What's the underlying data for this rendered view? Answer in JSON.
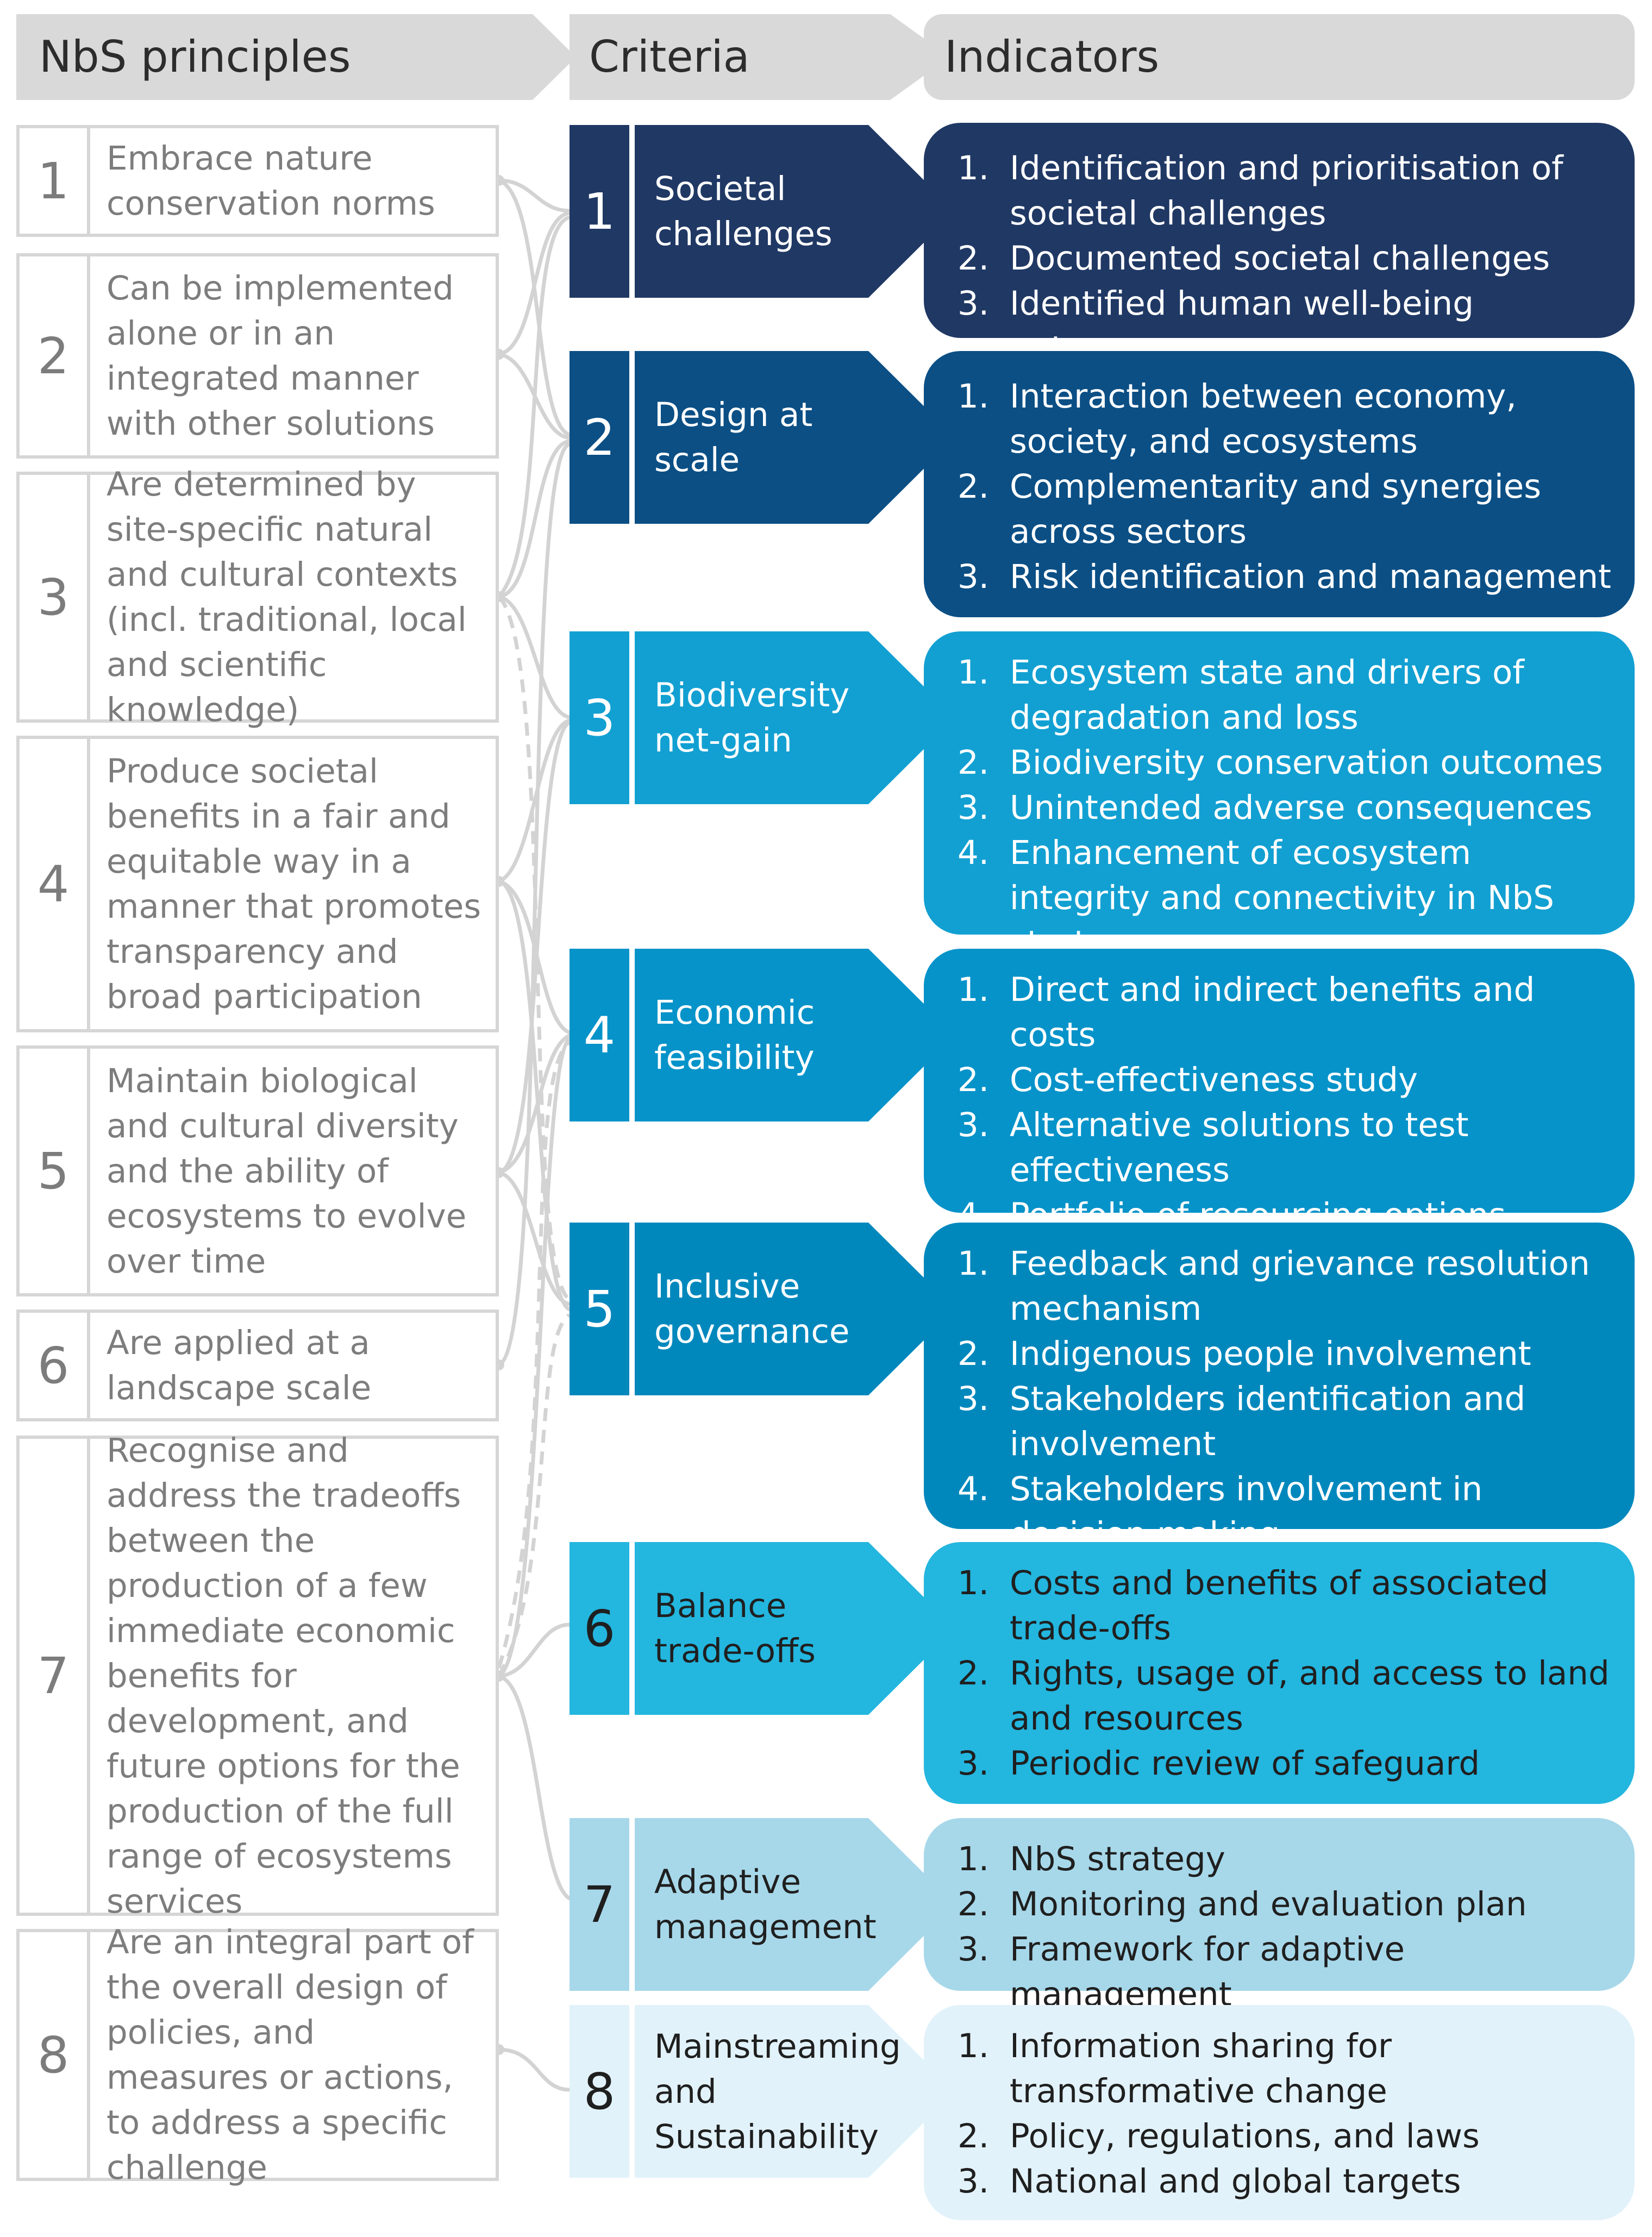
{
  "headers": {
    "principles": "NbS principles",
    "criteria": "Criteria",
    "indicators": "Indicators"
  },
  "principles": [
    {
      "num": "1",
      "text": "Embrace nature conservation norms"
    },
    {
      "num": "2",
      "text": "Can be implemented alone or in an integrated manner with other solutions"
    },
    {
      "num": "3",
      "text": "Are determined by site-specific natural and cultural contexts (incl. traditional, local and scientific knowledge)"
    },
    {
      "num": "4",
      "text": "Produce societal benefits in a fair and equitable way in a manner that promotes transparency and broad participation"
    },
    {
      "num": "5",
      "text": "Maintain biological and cultural diversity and the ability of ecosystems to evolve over time"
    },
    {
      "num": "6",
      "text": "Are applied at a landscape scale"
    },
    {
      "num": "7",
      "text": "Recognise and address the tradeoffs between the production of a few immediate economic benefits for development, and future options for the production of the full range of ecosystems services"
    },
    {
      "num": "8",
      "text": "Are an integral part of the overall design of policies, and measures or actions, to address a specific challenge"
    }
  ],
  "criteria": [
    {
      "num": "1",
      "label": "Societal challenges",
      "color": "#203864",
      "indicators": [
        "Identification and prioritisation of societal challenges",
        "Documented societal challenges",
        "Identified human well-being outcomes"
      ]
    },
    {
      "num": "2",
      "label": "Design at scale",
      "color": "#0b4f85",
      "indicators": [
        "Interaction between economy, society, and ecosystems",
        "Complementarity and synergies across sectors",
        "Risk identification and management"
      ]
    },
    {
      "num": "3",
      "label": "Biodiversity net-gain",
      "color": "#12a0d2",
      "indicators": [
        "Ecosystem state and drivers of degradation and loss",
        "Biodiversity conservation outcomes",
        "Unintended adverse consequences",
        "Enhancement of ecosystem integrity and connectivity in NbS strategy"
      ]
    },
    {
      "num": "4",
      "label": "Economic feasibility",
      "color": "#0693c9",
      "indicators": [
        "Direct and indirect benefits and costs",
        "Cost-effectiveness study",
        "Alternative solutions to test effectiveness",
        "Portfolio of resourcing options"
      ]
    },
    {
      "num": "5",
      "label": "Inclusive governance",
      "color": "#0088bd",
      "indicators": [
        "Feedback and grievance resolution mechanism",
        "Indigenous people involvement",
        "Stakeholders identification and involvement",
        "Stakeholders involvement in decision making"
      ]
    },
    {
      "num": "6",
      "label": "Balance trade-offs",
      "color": "#23b6df",
      "indicators": [
        "Costs and benefits of associated trade-offs",
        "Rights, usage of, and access to land and resources",
        "Periodic review of safeguard"
      ]
    },
    {
      "num": "7",
      "label": "Adaptive management",
      "color": "#a7d8ea",
      "indicators": [
        "NbS strategy",
        "Monitoring and evaluation plan",
        "Framework for adaptive management"
      ]
    },
    {
      "num": "8",
      "label": "Mainstreaming and Sustainability",
      "color": "#e2f2fa",
      "indicators": [
        "Information sharing for transformative change",
        "Policy, regulations, and laws",
        "National and global targets"
      ]
    }
  ],
  "colors": {
    "header_fill": "#d9d9d9",
    "principle_border": "#d6d6d6",
    "principle_text": "#7d7d7d",
    "connector": "#d3d3d3",
    "dark_text": "#1f1f1f",
    "light_text": "#ffffff"
  }
}
